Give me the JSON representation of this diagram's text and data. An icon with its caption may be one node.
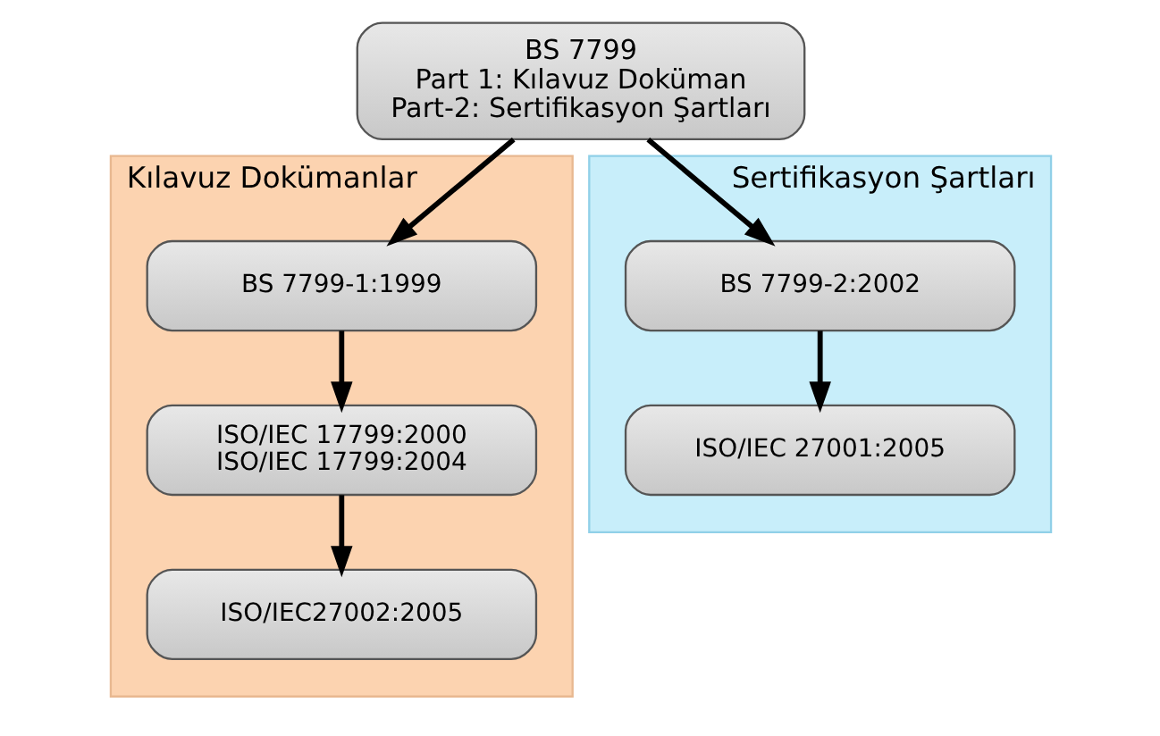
{
  "diagram": {
    "nodes": [
      {
        "text": [
          "BS 7799",
          "Part 1: Kılavuz Doküman",
          "Part-2: Sertifikasyon Şartları"
        ]
      },
      {
        "text": [
          "Kılavuz Dokümanlar"
        ]
      },
      {
        "text": [
          "BS 7799-1:1999"
        ],
        "in": 1
      },
      {
        "text": [
          "ISO/IEC 17799:2000",
          "ISO/IEC 17799:2004"
        ],
        "in": 1
      },
      {
        "text": [
          "ISO/IEC27002:2005"
        ],
        "in": 1
      },
      {
        "text": [
          "Sertifikasyon Şartları"
        ]
      },
      {
        "text": [
          "BS 7799-2:2002"
        ],
        "in": 5
      },
      {
        "text": [
          "ISO/IEC 27001:2005"
        ],
        "in": 5
      }
    ],
    "edges": [
      {
        "from": 0,
        "to": 2,
        "arrow": "to"
      },
      {
        "from": 0,
        "to": 6,
        "arrow": "to"
      },
      {
        "from": 2,
        "to": 3,
        "arrow": "to"
      },
      {
        "from": 3,
        "to": 4,
        "arrow": "to"
      },
      {
        "from": 6,
        "to": 7,
        "arrow": "to"
      }
    ]
  }
}
